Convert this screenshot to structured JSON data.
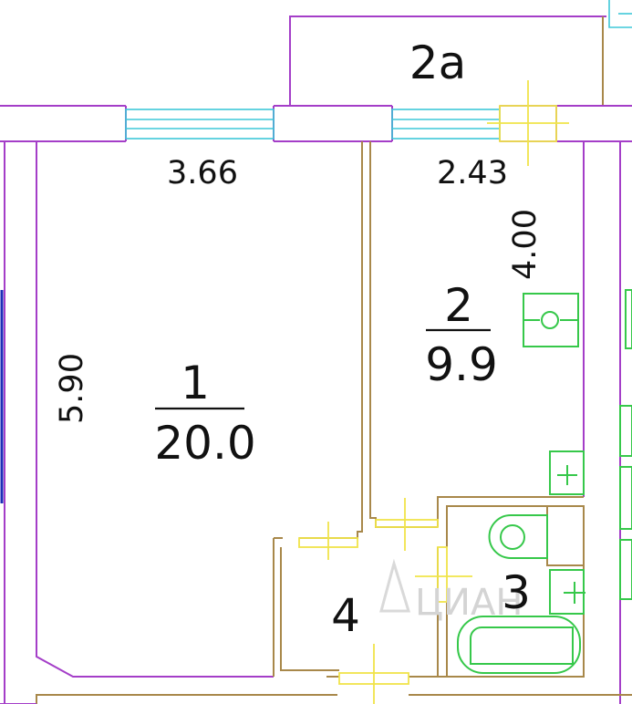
{
  "plan": {
    "rooms": [
      {
        "id": "1",
        "number": "1",
        "area": "20.0"
      },
      {
        "id": "2",
        "number": "2",
        "area": "9.9"
      },
      {
        "id": "2a",
        "number": "2a"
      },
      {
        "id": "3",
        "number": "3"
      },
      {
        "id": "4",
        "number": "4"
      }
    ],
    "dimensions": {
      "room1_width": "3.66",
      "room1_length": "5.90",
      "room2_width": "2.43",
      "room2_length": "4.00"
    },
    "watermark": "ЦИАН"
  },
  "colors": {
    "wall_outer": "#a43ec8",
    "wall_inner": "#a8884a",
    "window": "#3fc8d8",
    "door": "#f0e44a",
    "fixture": "#36c84a",
    "text": "#111111"
  }
}
